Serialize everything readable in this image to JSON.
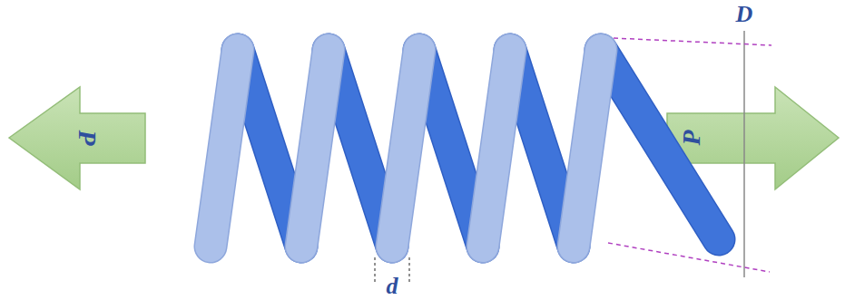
{
  "diagram": {
    "labels": [
      "D",
      "P",
      "P",
      "d"
    ]
  }
}
